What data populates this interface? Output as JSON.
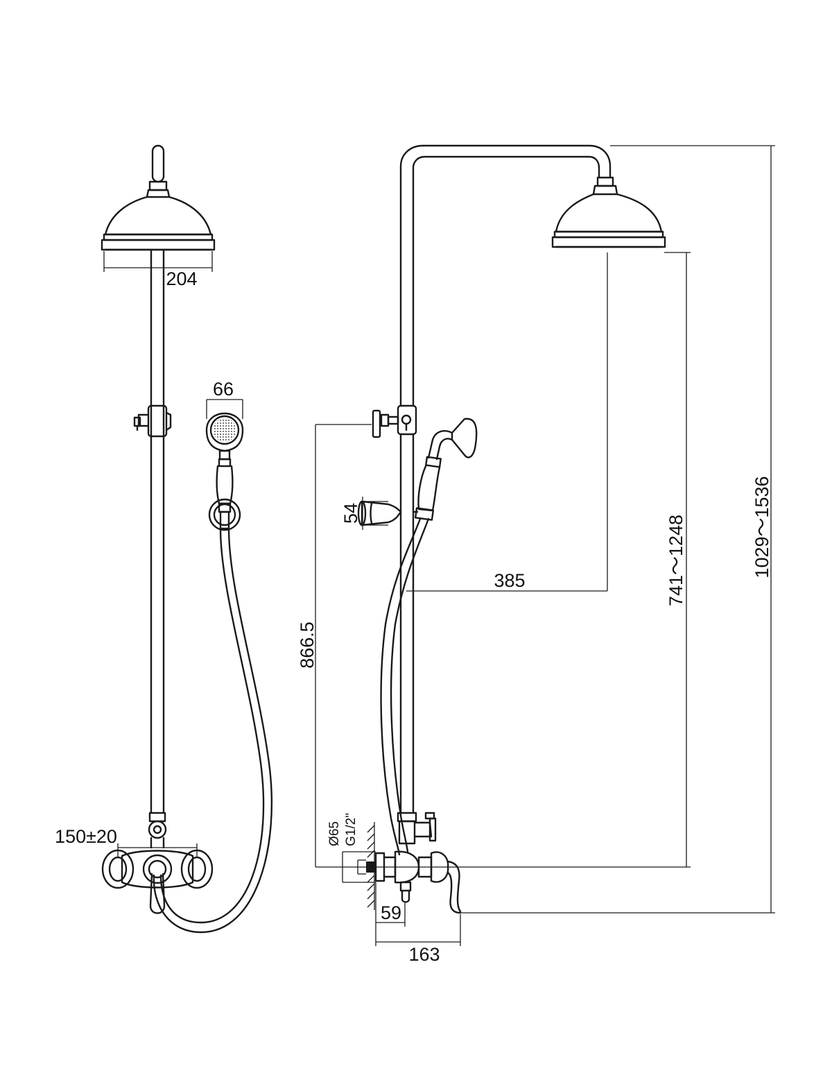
{
  "dimensions": {
    "head_width": "204",
    "hand_shower_width": "66",
    "connection_distance": "150±20",
    "holder_size": "54",
    "outlet_height": "866.5",
    "arm_reach": "385",
    "head_height": "741～1248",
    "total_height": "1029～1536",
    "flange_diameter": "Ø65",
    "thread": "G1/2\"",
    "wall_offset": "59",
    "mixer_depth": "163"
  }
}
